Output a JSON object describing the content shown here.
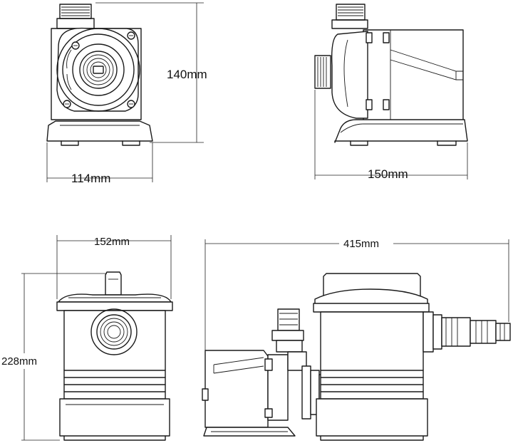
{
  "figure": {
    "background": "#ffffff",
    "line_color": "#1a1a1a",
    "views": [
      {
        "id": "pump-small-front",
        "dimension_label": "140mm",
        "role": "height"
      },
      {
        "id": "pump-small-front-width",
        "dimension_label": "114mm",
        "role": "width"
      },
      {
        "id": "pump-small-side",
        "dimension_label": "150mm",
        "role": "length"
      },
      {
        "id": "pump-large-front",
        "dimension_label": "152mm",
        "role": "width"
      },
      {
        "id": "pump-large-front-height",
        "dimension_label": "228mm",
        "role": "height"
      },
      {
        "id": "pump-large-side",
        "dimension_label": "415mm",
        "role": "length"
      }
    ]
  }
}
